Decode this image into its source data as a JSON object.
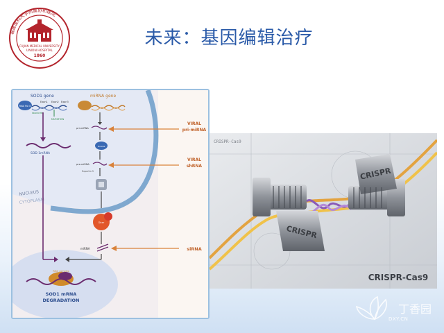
{
  "slide": {
    "title": "未来：基因编辑治疗"
  },
  "logo": {
    "ring_text": "福建医科大学附属协和医院",
    "center_line1": "FUJIAN MEDICAL UNIVERSITY",
    "center_line2": "UNION HOSPITAL",
    "year": "1860"
  },
  "diagram": {
    "sod1_gene_label": "SOD1 gene",
    "mirna_gene_label": "miRNA gene",
    "rna_pol": "RNA Pol II",
    "exon1": "Exon1",
    "exon2": "Exon2",
    "exon3": "Exon3",
    "promoter": "PROMOTER",
    "mutation": "MUTATION",
    "sod1_mrna": "SOD 1mRNA",
    "nucleus": "NUCLEUS",
    "cytoplasm": "CYTOPLASM",
    "pri_mirna": "pri-miRNA",
    "pre_mirna": "pre-miRNA",
    "drosha": "Drosha",
    "exportin": "Exportin 5",
    "dicer": "Dicer",
    "mirna": "miRNA",
    "risc": "RISC complex",
    "degradation_line1": "SOD1 mRNA",
    "degradation_line2": "DEGRADATION",
    "viral1_line1": "VIRAL",
    "viral1_line2": "pri-miRNA",
    "viral2_line1": "VIRAL",
    "viral2_line2": "shRNA",
    "sirna": "siRNA"
  },
  "crispr": {
    "tag_top": "CRISPR-Cas9",
    "wrench1": "CRISPR",
    "wrench2": "CRISPR",
    "caption": "CRISPR-Cas9"
  },
  "watermark": {
    "name": "丁香园",
    "url": "DXY.CN"
  },
  "colors": {
    "title": "#2a5aa8",
    "panel_border": "#9cc0e0",
    "arrow_orange": "#d9823a",
    "nucleus_blue": "#7fa8cf"
  }
}
